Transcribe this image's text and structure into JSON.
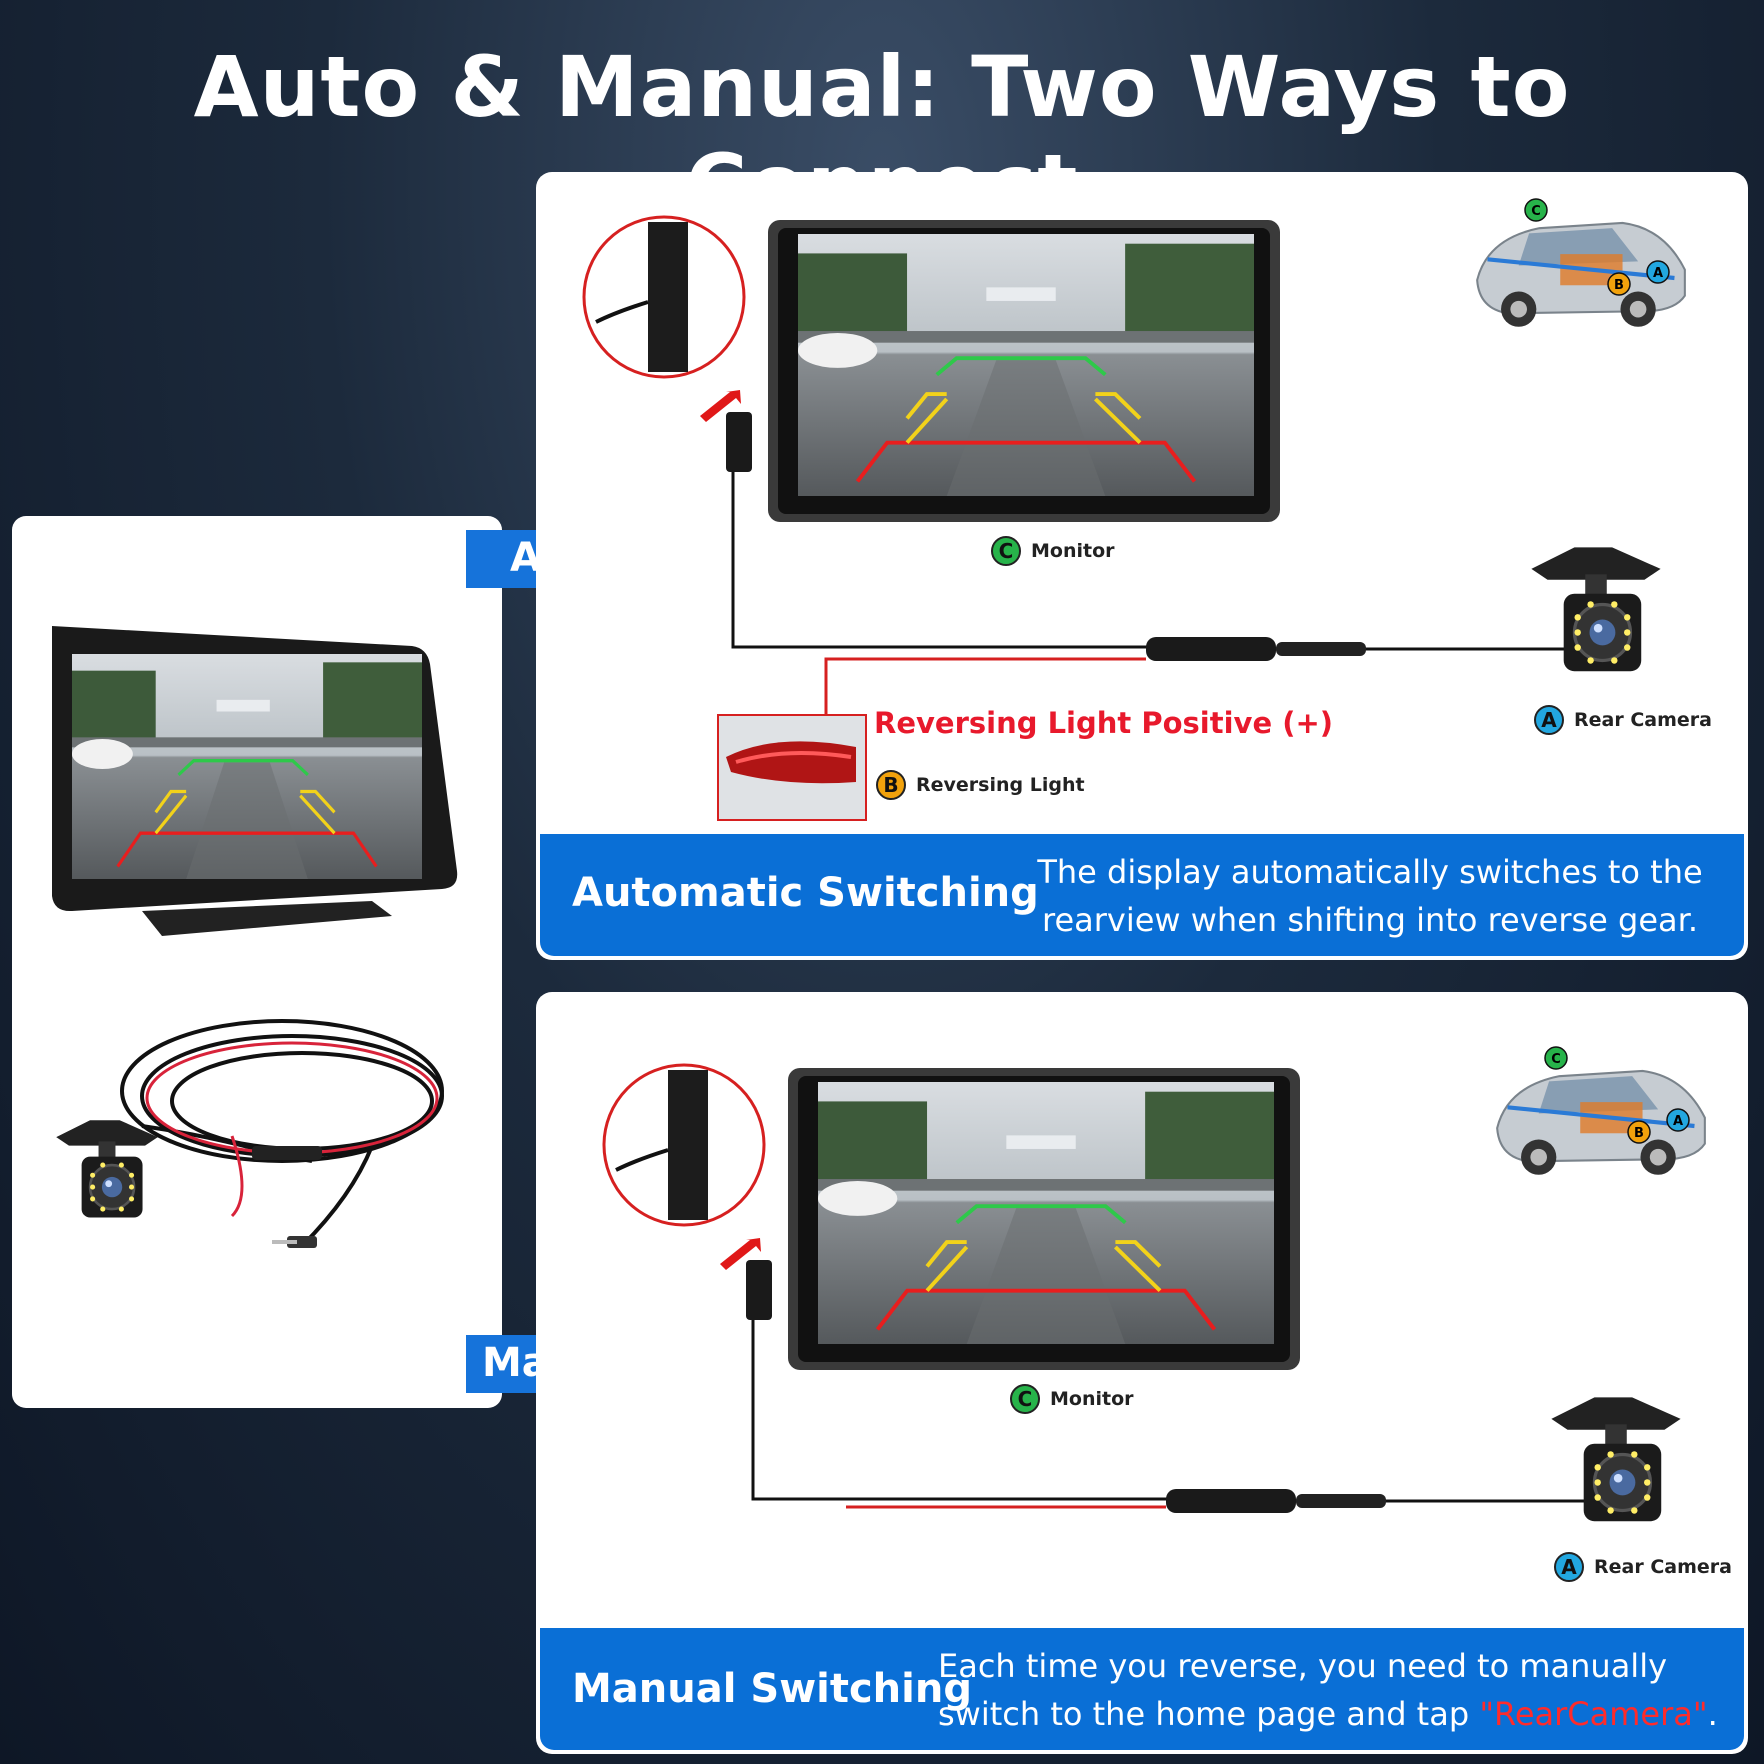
{
  "title": "Auto & Manual: Two Ways to Connect",
  "arrows": {
    "auto": "Auto",
    "manual": "Manual"
  },
  "auto": {
    "monitor_badge": "C",
    "monitor_label": "Monitor",
    "camera_badge": "A",
    "camera_label": "Rear Camera",
    "wire_label": "Reversing Light Positive (+)",
    "light_badge": "B",
    "light_label": "Reversing Light",
    "heading": "Automatic Switching",
    "desc_line1": "The display automatically switches to the",
    "desc_line2": "rearview when shifting into reverse gear."
  },
  "manual": {
    "monitor_badge": "C",
    "monitor_label": "Monitor",
    "camera_badge": "A",
    "camera_label": "Rear Camera",
    "heading": "Manual Switching",
    "desc_line1": "Each time you reverse, you need to manually",
    "desc_line2_a": "switch to the home page and tap ",
    "desc_line2_b": "\"RearCamera\"",
    "desc_line2_c": "."
  },
  "car_badges": [
    "C",
    "B",
    "A"
  ],
  "colors": {
    "accent_blue": "#0a6fd6",
    "highlight_red": "#ff2b2b",
    "badge_green": "#27b34a",
    "badge_cyan": "#22a7e0",
    "badge_orange": "#f2a20c"
  }
}
